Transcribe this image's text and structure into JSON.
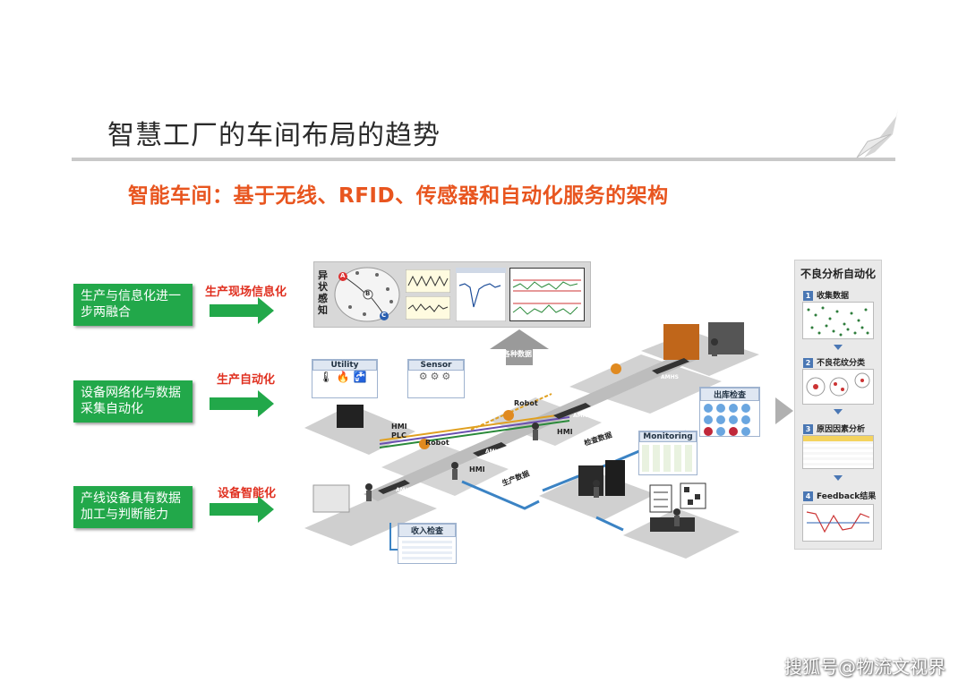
{
  "header": {
    "title": "智慧工厂的车间布局的趋势",
    "subtitle": "智能车间：基于无线、RFID、传感器和自动化服务的架构"
  },
  "left_items": [
    {
      "box": "生产与信息化进一步两融合",
      "label": "生产现场信息化"
    },
    {
      "box": "设备网络化与数据采集自动化",
      "label": "生产自动化"
    },
    {
      "box": "产线设备具有数据加工与判断能力",
      "label": "设备智能化"
    }
  ],
  "top_panel": {
    "side_label": "异状感知",
    "nodes": [
      "A",
      "B",
      "C"
    ],
    "arrow_label": "各种数据"
  },
  "diagram": {
    "utility": "Utility",
    "sensor": "Sensor",
    "hmi_plc_1": "HMI",
    "hmi_plc_2": "PLC",
    "robot1": "Robot",
    "hmi2": "HMI",
    "robot2": "Robot",
    "hmi3": "HMI",
    "amhs": [
      "AMHS",
      "AMHS",
      "AMHS",
      "AMHS"
    ],
    "inspect_out": "出库检查",
    "inspect_in": "收入检查",
    "monitoring": "Monitoring",
    "check_data": "检查数据",
    "prod_data": "生产数据"
  },
  "right_panel": {
    "title": "不良分析自动化",
    "steps": [
      {
        "num": "1",
        "label": "收集数据"
      },
      {
        "num": "2",
        "label": "不良花纹分类"
      },
      {
        "num": "3",
        "label": "原因因素分析"
      },
      {
        "num": "4",
        "label": "Feedback结果"
      }
    ]
  },
  "watermark": "搜狐号@物流文视界",
  "colors": {
    "accent_orange": "#e8551f",
    "green": "#22a84a",
    "red_label": "#e03020",
    "blue": "#4a77b4"
  }
}
